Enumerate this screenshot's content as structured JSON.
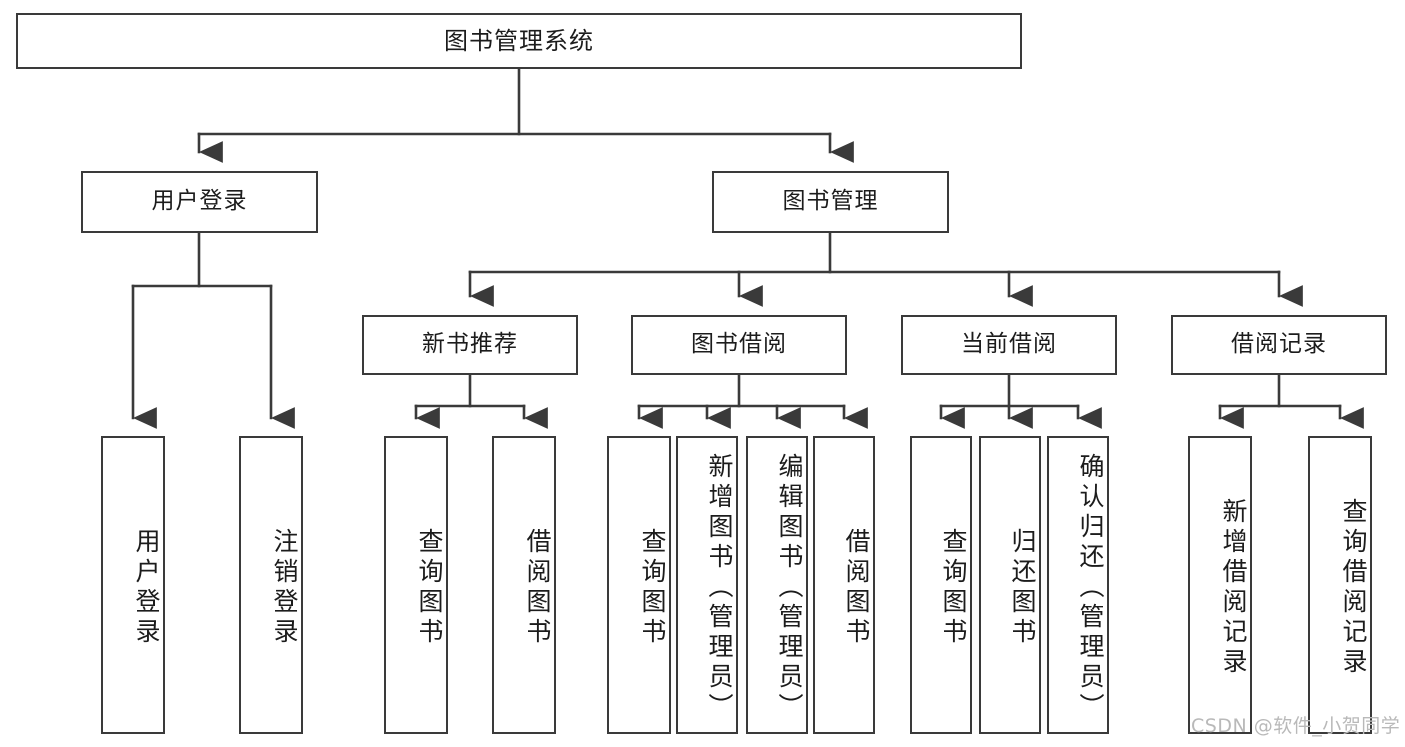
{
  "diagram": {
    "title": "图书管理系统",
    "type": "hierarchy-tree",
    "root": {
      "label": "图书管理系统"
    },
    "level1": [
      {
        "label": "用户登录"
      },
      {
        "label": "图书管理"
      }
    ],
    "level2": [
      {
        "label": "新书推荐"
      },
      {
        "label": "图书借阅"
      },
      {
        "label": "当前借阅"
      },
      {
        "label": "借阅记录"
      }
    ],
    "leaves": {
      "user_login": [
        {
          "label": "用户登录"
        },
        {
          "label": "注销登录"
        }
      ],
      "new_book_recommend": [
        {
          "label": "查询图书"
        },
        {
          "label": "借阅图书"
        }
      ],
      "book_borrow": [
        {
          "label": "查询图书"
        },
        {
          "label": "新增图书（管理员）"
        },
        {
          "label": "编辑图书（管理员）"
        },
        {
          "label": "借阅图书"
        }
      ],
      "current_borrow": [
        {
          "label": "查询图书"
        },
        {
          "label": "归还图书"
        },
        {
          "label": "确认归还（管理员）"
        }
      ],
      "borrow_record": [
        {
          "label": "新增借阅记录"
        },
        {
          "label": "查询借阅记录"
        }
      ]
    }
  },
  "watermark": {
    "text": "CSDN @软件_小贺同学"
  },
  "colors": {
    "stroke": "#3a3a3a",
    "box_fill": "#ffffff",
    "text": "#1c1c1c",
    "watermark": "#b9b9b9",
    "background": "#ffffff"
  }
}
